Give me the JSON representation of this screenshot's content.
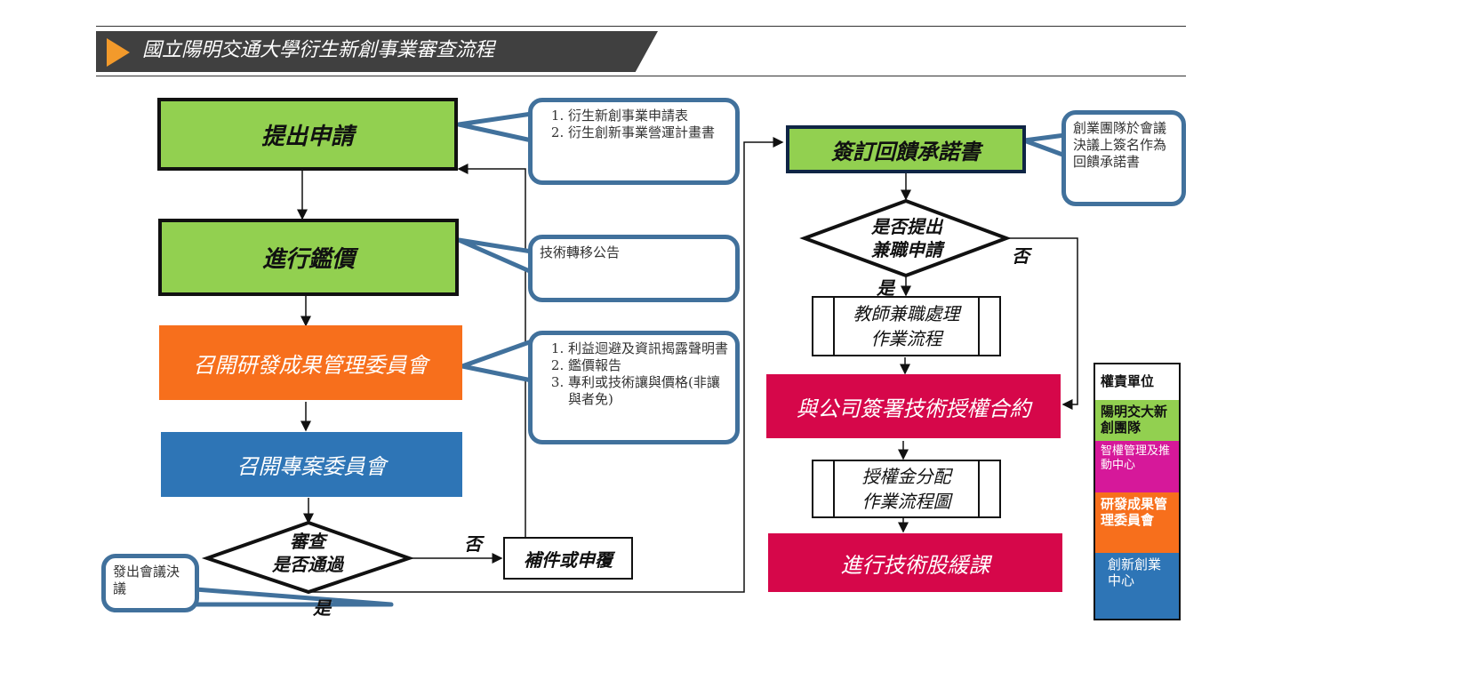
{
  "header": {
    "title": "國立陽明交通大學衍生新創事業審查流程",
    "accent_color": "#f39a2b",
    "bar_color": "#404040"
  },
  "steps": {
    "apply": "提出申請",
    "valuation": "進行鑑價",
    "rd_committee": "召開研發成果管理委員會",
    "project_committee": "召開專案委員會",
    "review_decision": "審查\n是否通過",
    "supplement": "補件或申覆",
    "feedback_pledge": "簽訂回饋承諾書",
    "parttime_decision": "是否提出\n兼職申請",
    "teacher_parttime": "教師兼職處理\n作業流程",
    "license_contract": "與公司簽署技術授權合約",
    "royalty_distribution": "授權金分配\n作業流程圖",
    "tax_deferral": "進行技術股緩課"
  },
  "labels": {
    "yes": "是",
    "no": "否"
  },
  "callouts": {
    "apply_docs": [
      "衍生新創事業申請表",
      "衍生創新事業營運計畫書"
    ],
    "valuation_note": "技術轉移公告",
    "rd_docs": [
      "利益迴避及資訊揭露聲明書",
      "鑑價報告",
      "專利或技術讓與價格(非讓與者免)"
    ],
    "pledge_note": "創業團隊於會議決議上簽名作為回饋承諾書",
    "resolution_note": "發出會議決議"
  },
  "legend": {
    "title": "權責單位",
    "items": [
      {
        "label": "陽明交大新創團隊",
        "color": "#92d050",
        "text_color": "#111111"
      },
      {
        "label": "智權管理及推動中心",
        "color": "#d6189a",
        "text_color": "#ffffff"
      },
      {
        "label": "研發成果管理委員會",
        "color": "#f76f1c",
        "text_color": "#ffffff"
      },
      {
        "label": "創新創業中心",
        "color": "#2e75b6",
        "text_color": "#ffffff"
      }
    ]
  }
}
